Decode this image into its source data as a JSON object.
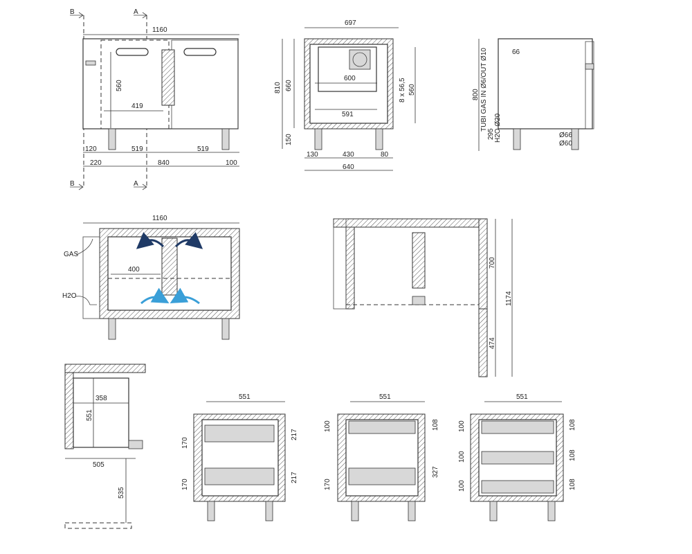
{
  "front_view": {
    "section_a": "A",
    "section_b": "B",
    "width": "1160",
    "height_inner": "560",
    "shelf": "419",
    "leg_120": "120",
    "leg_519a": "519",
    "leg_519b": "519",
    "bot_220": "220",
    "bot_840": "840",
    "bot_100": "100"
  },
  "side_view": {
    "top_697": "697",
    "h_810": "810",
    "h_660": "660",
    "h_150": "150",
    "w_600": "600",
    "w_591": "591",
    "h_560": "560",
    "slots": "8 x 56,5",
    "b_130": "130",
    "b_430": "430",
    "b_80": "80",
    "b_640": "640"
  },
  "right_view": {
    "h_800": "800",
    "gas_label": "TUBI GAS IN Ø6/OUT Ø10",
    "d_66": "66",
    "h_295": "295",
    "h2o_label": "H2O Ø20",
    "dia_66": "Ø66",
    "dia_60": "Ø60"
  },
  "airflow_view": {
    "width": "1160",
    "gas": "GAS",
    "h2o": "H2O",
    "shelf": "400"
  },
  "plan_view": {
    "h_700": "700",
    "h_1174": "1174",
    "h_474": "474"
  },
  "door_view": {
    "w_358": "358",
    "h_551": "551",
    "w_505": "505",
    "h_535": "535"
  },
  "drawer_views": [
    {
      "top": "551",
      "left": [
        "170",
        "170"
      ],
      "right": [
        "217",
        "217"
      ]
    },
    {
      "top": "551",
      "left": [
        "100",
        "170"
      ],
      "right": [
        "108",
        "327"
      ]
    },
    {
      "top": "551",
      "left": [
        "100",
        "100",
        "100"
      ],
      "right": [
        "108",
        "108",
        "108"
      ]
    }
  ]
}
